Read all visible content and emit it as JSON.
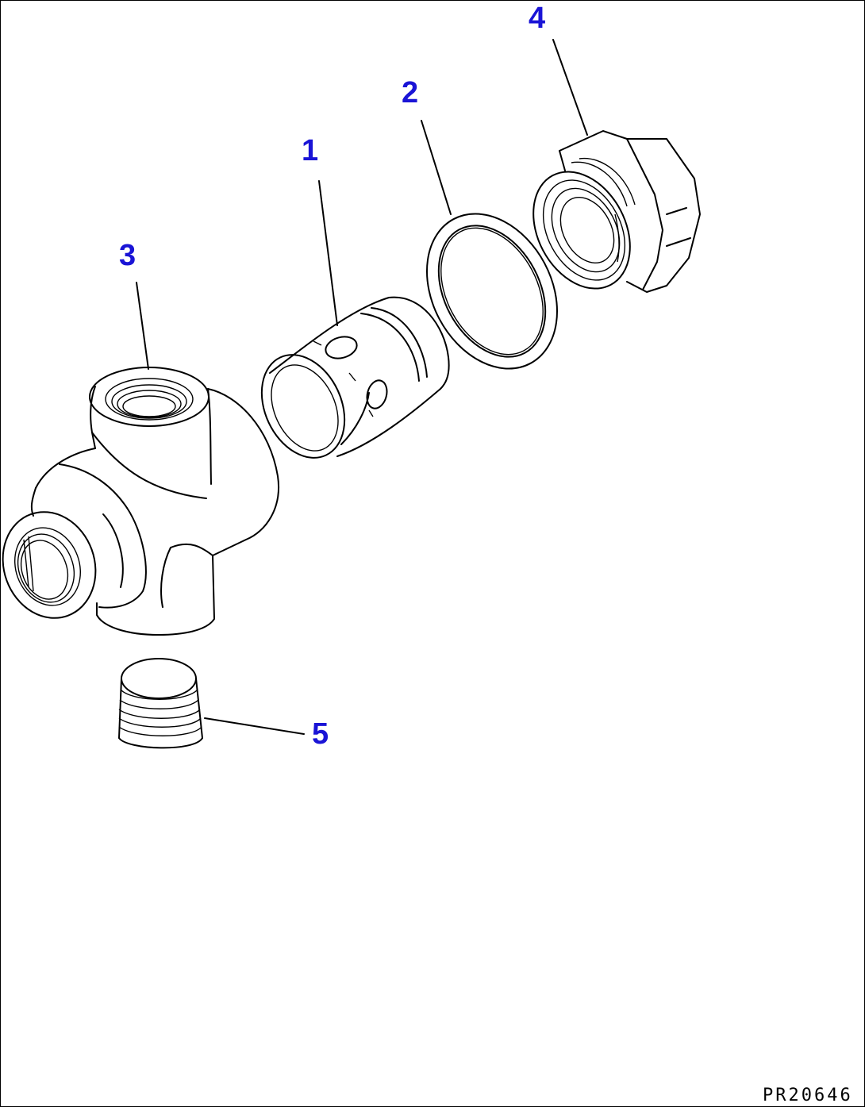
{
  "callouts": [
    {
      "id": "1",
      "label": "1",
      "part": "sleeve"
    },
    {
      "id": "2",
      "label": "2",
      "part": "gasket-ring"
    },
    {
      "id": "3",
      "label": "3",
      "part": "tee-body"
    },
    {
      "id": "4",
      "label": "4",
      "part": "hex-plug"
    },
    {
      "id": "5",
      "label": "5",
      "part": "threaded-plug"
    }
  ],
  "drawing_code": "PR20646",
  "colors": {
    "callout": "#1a14d6",
    "line": "#000000",
    "background": "#ffffff"
  }
}
